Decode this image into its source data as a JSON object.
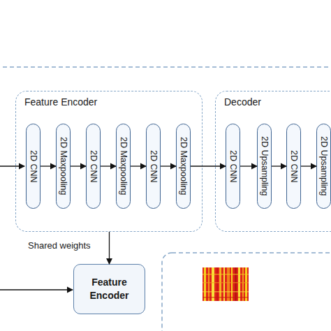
{
  "diagram": {
    "nodes": [
      {
        "text": [
          "Feature Encoder"
        ]
      },
      {
        "text": [
          "2D CNN"
        ],
        "in": 0
      },
      {
        "text": [
          "2D Maxpooling"
        ],
        "in": 0
      },
      {
        "text": [
          "2D CNN"
        ],
        "in": 0
      },
      {
        "text": [
          "2D Maxpooling"
        ],
        "in": 0
      },
      {
        "text": [
          "2D CNN"
        ],
        "in": 0
      },
      {
        "text": [
          "2D Maxpooling"
        ],
        "in": 0
      },
      {
        "text": [
          "Decoder"
        ]
      },
      {
        "text": [
          "2D CNN"
        ],
        "in": 7
      },
      {
        "text": [
          "2D Upsampling"
        ],
        "in": 7
      },
      {
        "text": [
          "2D CNN"
        ],
        "in": 7
      },
      {
        "text": [
          "2D Upsampling"
        ],
        "in": 7
      },
      {
        "text": [
          "Feature Encoder"
        ]
      }
    ],
    "edges": [
      {
        "from": 1,
        "to": 2,
        "arrow": "to"
      },
      {
        "from": 2,
        "to": 3,
        "arrow": "to"
      },
      {
        "from": 3,
        "to": 4,
        "arrow": "to"
      },
      {
        "from": 4,
        "to": 5,
        "arrow": "to"
      },
      {
        "from": 5,
        "to": 6,
        "arrow": "to"
      },
      {
        "from": 6,
        "to": 8,
        "arrow": "to"
      },
      {
        "from": 8,
        "to": 9,
        "arrow": "to"
      },
      {
        "from": 9,
        "to": 10,
        "arrow": "to"
      },
      {
        "from": 10,
        "to": 11,
        "arrow": "to"
      },
      {
        "from": 0,
        "to": 12,
        "label": "Shared weights",
        "arrow": "to"
      }
    ]
  }
}
